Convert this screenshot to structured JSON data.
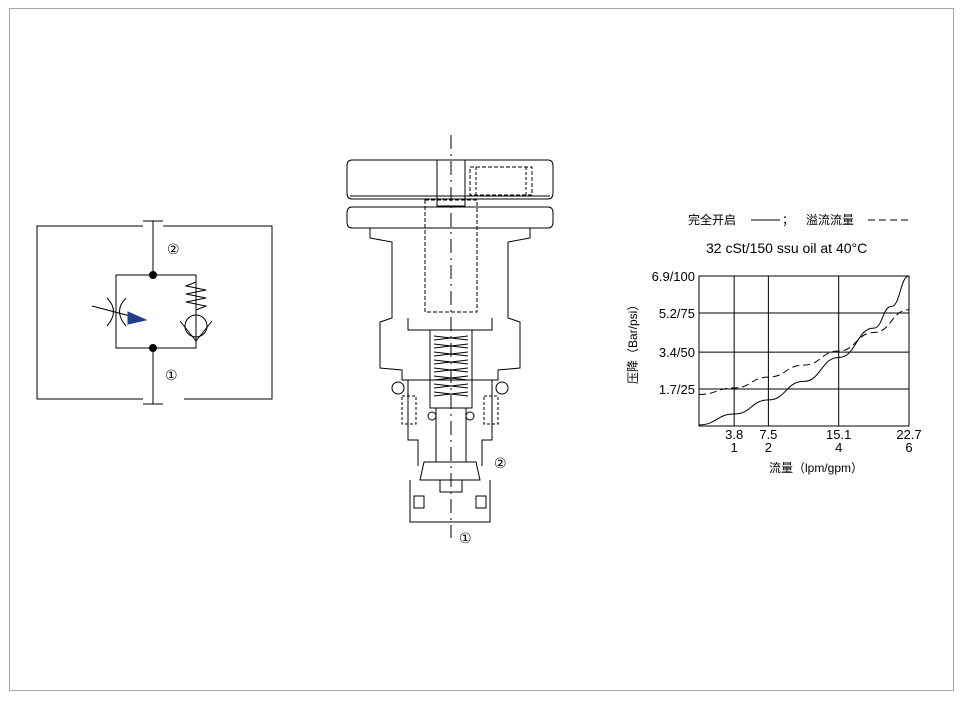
{
  "symbol": {
    "port_top": "②",
    "port_bottom": "①"
  },
  "section": {
    "port_side": "②",
    "port_bottom": "①"
  },
  "chart_data": {
    "type": "line",
    "legend": {
      "full_open_label": "完全开启",
      "full_open_sep": "；",
      "overflow_label": "溢流流量"
    },
    "subtitle": "32 cSt/150 ssu oil at 40°C",
    "ylabel": "压降（Bar/psi）",
    "xlabel": "流量（lpm/gpm）",
    "y_ticks": [
      {
        "label": "1.7/25",
        "value": 1.7
      },
      {
        "label": "3.4/50",
        "value": 3.4
      },
      {
        "label": "5.2/75",
        "value": 5.2
      },
      {
        "label": "6.9/100",
        "value": 6.9
      }
    ],
    "x_ticks": [
      {
        "lpm": "3.8",
        "gpm": "1",
        "value": 3.8
      },
      {
        "lpm": "7.5",
        "gpm": "2",
        "value": 7.5
      },
      {
        "lpm": "15.1",
        "gpm": "4",
        "value": 15.1
      },
      {
        "lpm": "22.7",
        "gpm": "6",
        "value": 22.7
      }
    ],
    "xlim": [
      0,
      22.7
    ],
    "ylim": [
      0,
      6.9
    ],
    "grid": true,
    "series": [
      {
        "style": "solid",
        "x": [
          0,
          3.8,
          7.5,
          11.3,
          15.1,
          18.9,
          20.8,
          22.7
        ],
        "y": [
          0.05,
          0.55,
          1.2,
          2.05,
          3.15,
          4.5,
          5.5,
          6.9
        ]
      },
      {
        "style": "dashed",
        "x": [
          0,
          3.8,
          7.5,
          11.3,
          15.1,
          18.9,
          22.7
        ],
        "y": [
          1.45,
          1.75,
          2.25,
          2.8,
          3.45,
          4.3,
          5.35
        ]
      }
    ]
  }
}
